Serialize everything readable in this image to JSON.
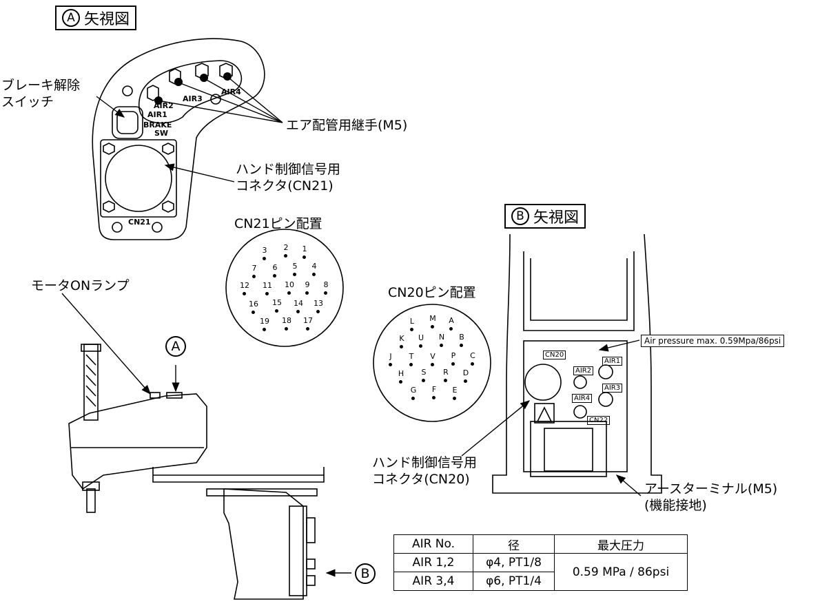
{
  "view_a": {
    "letter": "A",
    "title": "矢視図"
  },
  "view_b": {
    "letter": "B",
    "title": "矢視図"
  },
  "brake_switch_label": [
    "ブレーキ解除",
    "スイッチ"
  ],
  "air_fitting_label": "エア配管用継手(M5)",
  "hand_connector_cn21_label": [
    "ハンド制御信号用",
    "コネクタ(CN21)"
  ],
  "hand_connector_cn20_label": [
    "ハンド制御信号用",
    "コネクタ(CN20)"
  ],
  "cn21_pin_title": "CN21ピン配置",
  "cn20_pin_title": "CN20ピン配置",
  "motor_lamp_label": "モータONランプ",
  "marker_a": "A",
  "marker_b": "B",
  "earth_label": [
    "アースターミナル(M5)",
    "(機能接地)"
  ],
  "air_pressure_note": "Air pressure max. 0.59Mpa/86psi",
  "panel_a_labels": {
    "air1": "AIR1",
    "air2": "AIR2",
    "air3": "AIR3",
    "air4": "AIR4",
    "brake": "BRAKE",
    "sw": "SW",
    "cn21": "CN21"
  },
  "panel_b_labels": {
    "cn20": "CN20",
    "cn22": "CN22",
    "air1": "AIR1",
    "air2": "AIR2",
    "air3": "AIR3",
    "air4": "AIR4"
  },
  "cn21_pins": [
    "1",
    "2",
    "3",
    "4",
    "5",
    "6",
    "7",
    "8",
    "9",
    "10",
    "11",
    "12",
    "13",
    "14",
    "15",
    "16",
    "17",
    "18",
    "19"
  ],
  "cn20_pins": [
    "A",
    "M",
    "L",
    "B",
    "N",
    "U",
    "K",
    "C",
    "P",
    "V",
    "T",
    "J",
    "D",
    "R",
    "S",
    "H",
    "E",
    "F",
    "G"
  ],
  "spec_table": {
    "headers": [
      "AIR No.",
      "径",
      "最大圧力"
    ],
    "rows": [
      {
        "air": "AIR 1,2",
        "dia": "φ4, PT1/8"
      },
      {
        "air": "AIR 3,4",
        "dia": "φ6, PT1/4"
      }
    ],
    "max_pressure": "0.59 MPa / 86psi"
  }
}
